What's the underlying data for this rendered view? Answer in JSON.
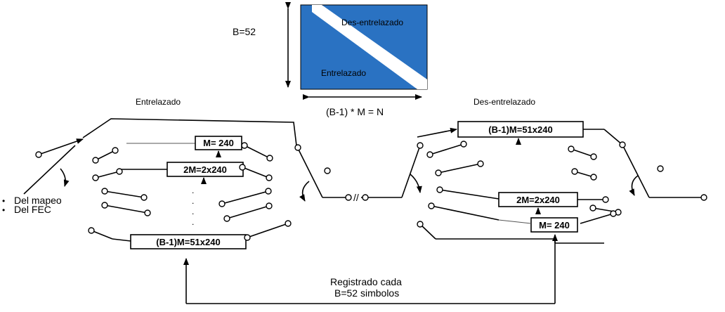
{
  "matrix": {
    "b_label": "B=52",
    "top_label": "Des-entrelazado",
    "bottom_label": "Entrelazado",
    "formula": "(B-1) * M = N",
    "fill_color": "#2a72c2"
  },
  "left": {
    "title": "Entrelazado",
    "box_1": "M= 240",
    "box_2": "2M=2x240",
    "box_3": "(B-1)M=51x240",
    "input_1": "Del mapeo",
    "input_2": "Del FEC"
  },
  "right": {
    "title": "Des-entrelazado",
    "box_1": "(B-1)M=51x240",
    "box_2": "2M=2x240",
    "box_3": "M= 240"
  },
  "bottom": {
    "note_1": "Registrado cada",
    "note_2": "B=52 simbolos"
  },
  "channel_symbol": "//"
}
